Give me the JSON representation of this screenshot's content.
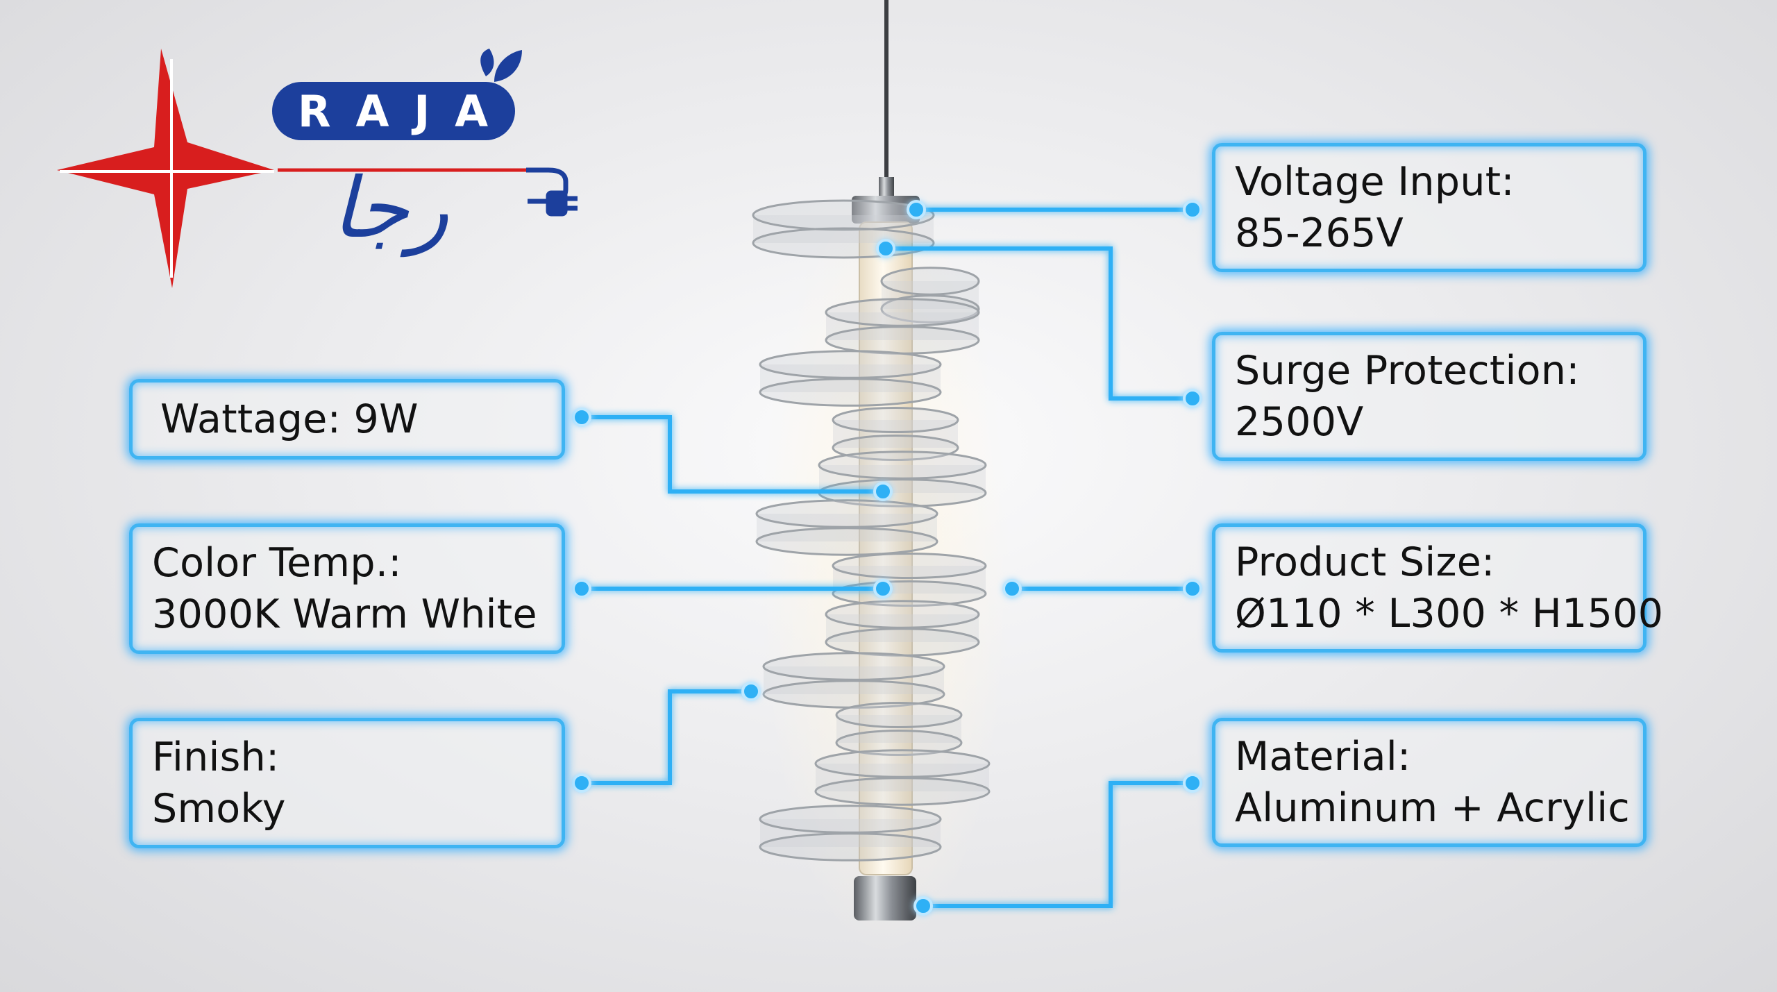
{
  "brand": {
    "wordmark_letters": [
      "R",
      "A",
      "J",
      "A"
    ],
    "persian_name": "رجا",
    "logo_star_color": "#d81e1e",
    "logo_blue_color": "#1c3f9c",
    "icons": [
      "four-point-star-icon",
      "leaf-icon",
      "power-plug-icon"
    ]
  },
  "specs": {
    "wattage": {
      "lines": [
        "Wattage: 9W"
      ]
    },
    "color_temp": {
      "lines": [
        "Color Temp.:",
        "3000K Warm White"
      ]
    },
    "finish": {
      "lines": [
        "Finish:",
        "Smoky"
      ]
    },
    "voltage": {
      "lines": [
        "Voltage Input:",
        "85-265V"
      ]
    },
    "surge": {
      "lines": [
        "Surge Protection:",
        "2500V"
      ]
    },
    "size": {
      "lines": [
        "Product Size:",
        "Ø110 * L300 * H1500"
      ]
    },
    "material": {
      "lines": [
        "Material:",
        "Aluminum + Acrylic"
      ]
    }
  },
  "colors": {
    "glow": "#3fb4f2",
    "background": "#e8e8ea",
    "text": "#111111"
  },
  "product": {
    "name_icon": "pendant-lamp-image"
  }
}
